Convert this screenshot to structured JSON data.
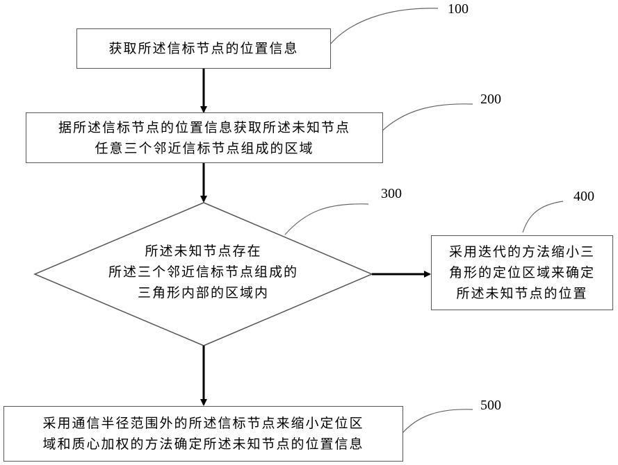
{
  "steps": {
    "s100": {
      "ref": "100",
      "lines": [
        "获取所述信标节点的位置信息"
      ]
    },
    "s200": {
      "ref": "200",
      "lines": [
        "据所述信标节点的位置信息获取所述未知节点",
        "任意三个邻近信标节点组成的区域"
      ]
    },
    "s300": {
      "ref": "300",
      "lines": [
        "所述未知节点存在",
        "所述三个邻近信标节点组成的",
        "三角形内部的区域内"
      ]
    },
    "s400": {
      "ref": "400",
      "lines": [
        "采用迭代的方法缩小三",
        "角形的定位区域来确定",
        "所述未知节点的位置"
      ]
    },
    "s500": {
      "ref": "500",
      "lines": [
        "采用通信半径范围外的所述信标节点来缩小定位区",
        "域和质心加权的方法确定所述未知节点的位置信息"
      ]
    }
  },
  "colors": {
    "stroke": "#555555",
    "arrow": "#000000",
    "leader": "#666666"
  }
}
